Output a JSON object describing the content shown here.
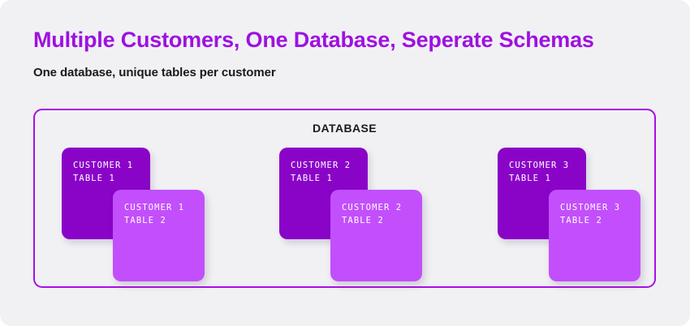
{
  "theme": {
    "background": "#f1f1f4",
    "title_color": "#9e11e0",
    "text_color": "#1a1a1a",
    "container_border": "#a80fe6",
    "card_dark": "#8a04c8",
    "card_light": "#c24ffb",
    "card_text_color": "#ffffff"
  },
  "header": {
    "title": "Multiple Customers, One Database, Seperate Schemas",
    "subtitle": "One database, unique tables per customer"
  },
  "database": {
    "label": "DATABASE",
    "groups": [
      {
        "name": "customer-1",
        "tables": [
          {
            "line1": "CUSTOMER 1",
            "line2": "TABLE 1",
            "variant": "dark"
          },
          {
            "line1": "CUSTOMER 1",
            "line2": "TABLE 2",
            "variant": "light"
          }
        ]
      },
      {
        "name": "customer-2",
        "tables": [
          {
            "line1": "CUSTOMER 2",
            "line2": "TABLE 1",
            "variant": "dark"
          },
          {
            "line1": "CUSTOMER 2",
            "line2": "TABLE 2",
            "variant": "light"
          }
        ]
      },
      {
        "name": "customer-3",
        "tables": [
          {
            "line1": "CUSTOMER 3",
            "line2": "TABLE 1",
            "variant": "dark"
          },
          {
            "line1": "CUSTOMER 3",
            "line2": "TABLE 2",
            "variant": "light"
          }
        ]
      }
    ]
  }
}
